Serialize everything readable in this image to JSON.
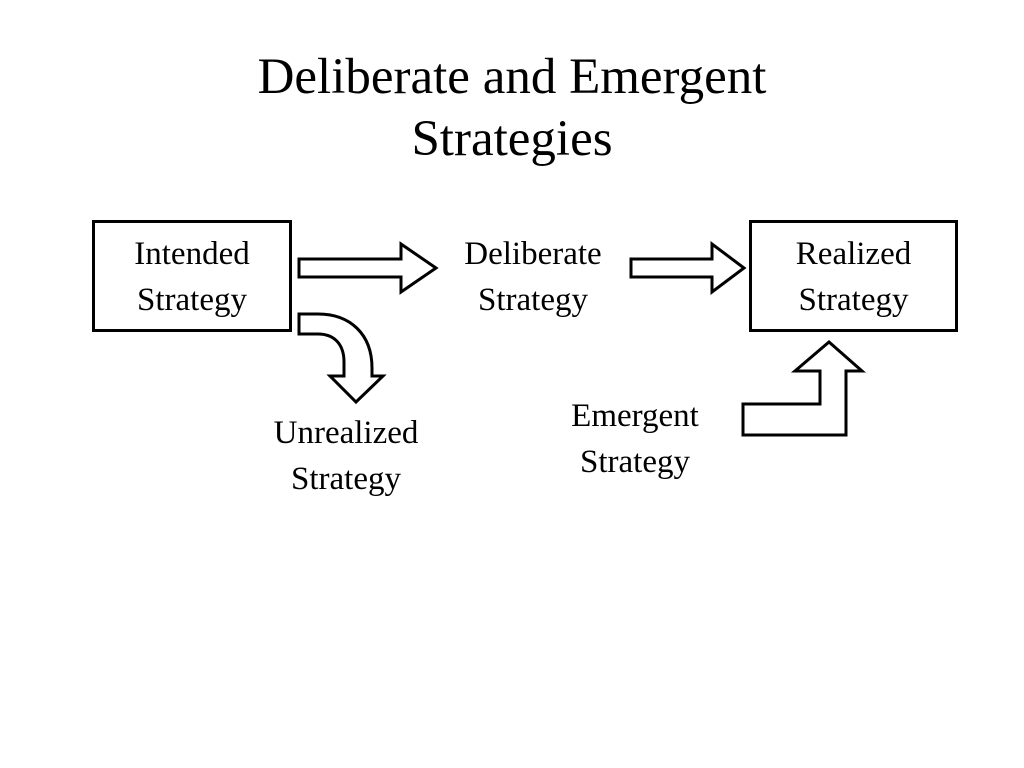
{
  "title": {
    "line1": "Deliberate and Emergent",
    "line2": "Strategies"
  },
  "nodes": {
    "intended": {
      "line1": "Intended",
      "line2": "Strategy"
    },
    "deliberate": {
      "line1": "Deliberate",
      "line2": "Strategy"
    },
    "realized": {
      "line1": "Realized",
      "line2": "Strategy"
    },
    "unrealized": {
      "line1": "Unrealized",
      "line2": "Strategy"
    },
    "emergent": {
      "line1": "Emergent",
      "line2": "Strategy"
    }
  },
  "colors": {
    "stroke": "#000000",
    "fill": "#ffffff",
    "background": "#ffffff"
  },
  "icons": [
    "block-arrow-right-icon",
    "curved-arrow-down-icon",
    "bent-arrow-up-icon"
  ]
}
